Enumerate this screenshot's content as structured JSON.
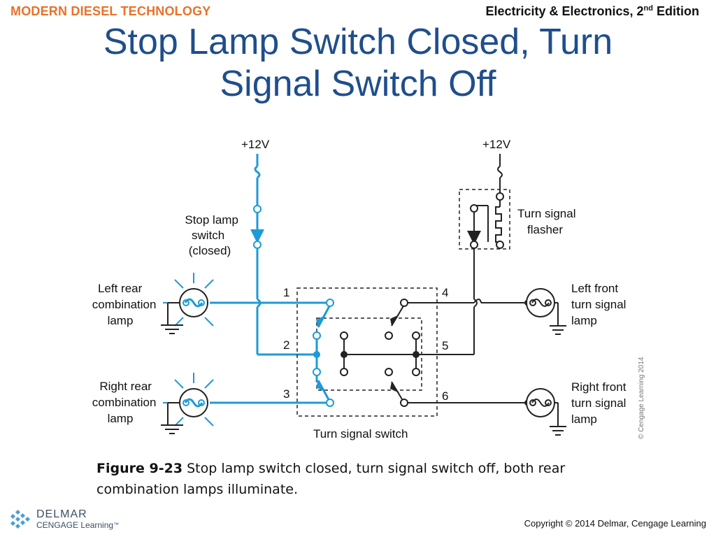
{
  "header": {
    "brand": "MODERN DIESEL TECHNOLOGY",
    "edition_main": "Electricity & Electronics, 2",
    "edition_sup": "nd",
    "edition_tail": " Edition"
  },
  "slide": {
    "title_line1": "Stop Lamp Switch Closed, Turn",
    "title_line2": "Signal Switch Off"
  },
  "diagram": {
    "supply_left": "+12V",
    "supply_right": "+12V",
    "stop_switch_label": [
      "Stop lamp",
      "switch",
      "(closed)"
    ],
    "flasher_label": [
      "Turn signal",
      "flasher"
    ],
    "left_rear_label": [
      "Left rear",
      "combination",
      "lamp"
    ],
    "right_rear_label": [
      "Right rear",
      "combination",
      "lamp"
    ],
    "left_front_label": [
      "Left front",
      "turn signal",
      "lamp"
    ],
    "right_front_label": [
      "Right front",
      "turn signal",
      "lamp"
    ],
    "switch_label": "Turn signal switch",
    "terminals": [
      "1",
      "2",
      "3",
      "4",
      "5",
      "6"
    ],
    "credit": "© Cengage Learning 2014",
    "colors": {
      "energized": "#1e9ad6",
      "wire": "#222222"
    }
  },
  "caption": {
    "figure": "Figure 9-23",
    "text": " Stop lamp switch closed, turn signal switch off, both rear combination lamps illuminate."
  },
  "footer": {
    "logo_name": "DELMAR",
    "logo_sub": "CENGAGE Learning",
    "logo_tm": "™",
    "copyright": "Copyright © 2014 Delmar, Cengage Learning"
  }
}
